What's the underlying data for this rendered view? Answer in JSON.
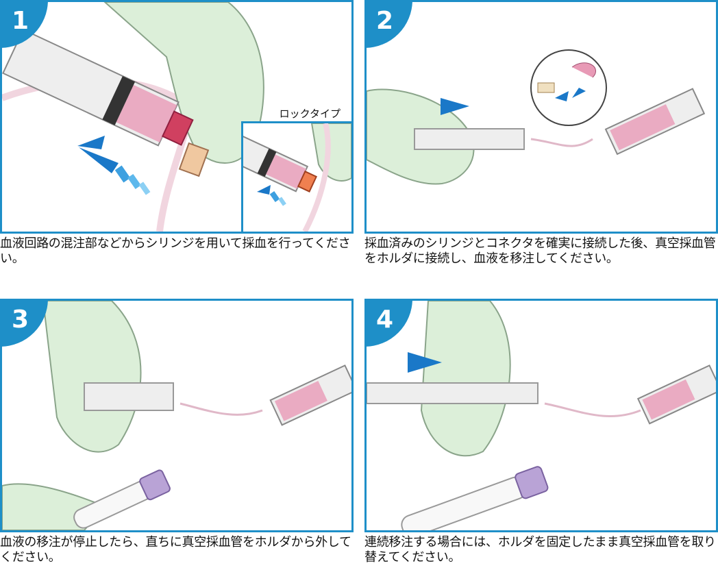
{
  "steps": [
    {
      "number": "1",
      "caption": "血液回路の混注部などからシリンジを用いて採血を行ってください。",
      "inset_label": "ロックタイプ"
    },
    {
      "number": "2",
      "caption": "採血済みのシリンジとコネクタを確実に接続した後、真空採血管をホルダに接続し、血液を移注してください。"
    },
    {
      "number": "3",
      "caption": "血液の移注が停止したら、直ちに真空採血管をホルダから外してください。"
    },
    {
      "number": "4",
      "caption": "連続移注する場合には、ホルダを固定したまま真空採血管を取り替えてください。"
    }
  ],
  "colors": {
    "frame": "#1e8fc8",
    "glove": "#dcefd9",
    "blood": "#e89ab6",
    "arrow": "#1a78c8",
    "cap": "#b9a3d6"
  }
}
